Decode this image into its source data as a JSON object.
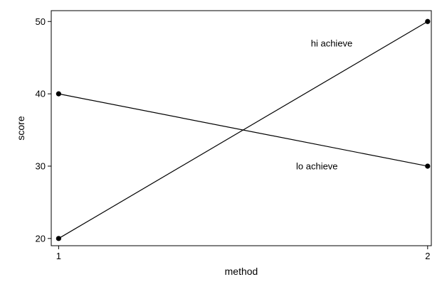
{
  "chart_data": {
    "type": "line",
    "xlabel": "method",
    "ylabel": "score",
    "x": [
      1,
      2
    ],
    "x_ticks": [
      1,
      2
    ],
    "xlim": [
      0.98,
      2.01
    ],
    "y_ticks": [
      20,
      30,
      40,
      50
    ],
    "ylim": [
      19,
      51.5
    ],
    "grid": false,
    "series": [
      {
        "values": [
          40,
          30
        ],
        "marker": "circle"
      },
      {
        "values": [
          20,
          50
        ],
        "marker": "circle"
      }
    ],
    "annotations": [
      {
        "text": "hi achieve",
        "x": 1.74,
        "y": 47
      },
      {
        "text": "lo achieve",
        "x": 1.7,
        "y": 30
      }
    ],
    "colors": {
      "line": "#000000",
      "marker": "#000000",
      "frame": "#000000"
    }
  }
}
